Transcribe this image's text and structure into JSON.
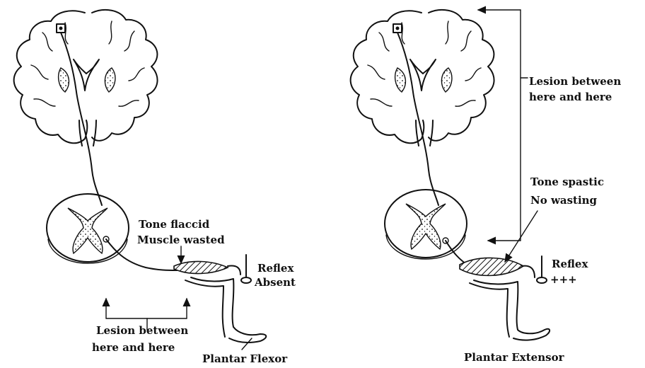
{
  "left_panel": {
    "tone_line1": "Tone flaccid",
    "tone_line2": "Muscle wasted",
    "reflex_label": "Reflex",
    "reflex_value": "Absent",
    "lesion_line1": "Lesion between",
    "lesion_line2": "here and here",
    "plantar": "Plantar Flexor"
  },
  "right_panel": {
    "lesion_line1": "Lesion between",
    "lesion_line2": "here and here",
    "tone_line1": "Tone spastic",
    "tone_line2": "No wasting",
    "reflex_label": "Reflex",
    "reflex_value": "+++",
    "plantar": "Plantar Extensor"
  }
}
